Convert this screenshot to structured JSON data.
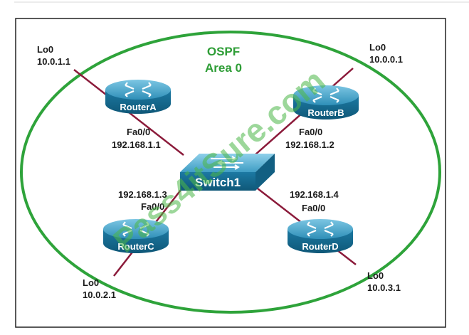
{
  "area": {
    "line1": "OSPF",
    "line2": "Area 0"
  },
  "watermark": "Pass4itSure.com",
  "colors": {
    "ellipse": "#2ea33a",
    "link": "#8b1a3a",
    "device_body": "#1f7fa6",
    "frame": "#222222"
  },
  "devices": {
    "routerA": {
      "name": "RouterA",
      "lo_label": "Lo0",
      "lo_ip": "10.0.1.1",
      "if_label": "Fa0/0",
      "if_ip": "192.168.1.1"
    },
    "routerB": {
      "name": "RouterB",
      "lo_label": "Lo0",
      "lo_ip": "10.0.0.1",
      "if_label": "Fa0/0",
      "if_ip": "192.168.1.2"
    },
    "routerC": {
      "name": "RouterC",
      "lo_label": "Lo0",
      "lo_ip": "10.0.2.1",
      "if_label": "Fa0/0",
      "if_ip": "192.168.1.3"
    },
    "routerD": {
      "name": "RouterD",
      "lo_label": "Lo0",
      "lo_ip": "10.0.3.1",
      "if_label": "Fa0/0",
      "if_ip": "192.168.1.4"
    },
    "switch1": {
      "name": "Switch1"
    }
  }
}
